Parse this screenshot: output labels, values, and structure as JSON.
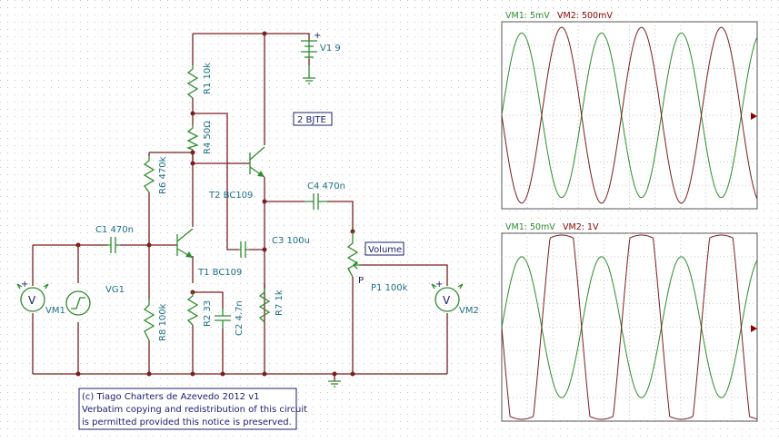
{
  "circuit": {
    "labels": {
      "v1": "V1 9",
      "r1": "R1 10k",
      "r4": "R4 50Ω",
      "r6": "R6 470k",
      "t2": "T2 BC109",
      "c4": "C4 470n",
      "c1": "C1 470n",
      "c3": "C3 100u",
      "vg1": "VG1",
      "vm1": "VM1",
      "t1": "T1 BC109",
      "r8": "R8 100k",
      "r2": "R2 33",
      "c2": "C2 4.7n",
      "r7": "R7 1k",
      "p1": "P1 100k",
      "vm2": "VM2",
      "plus": "+",
      "p_mark": "P",
      "v_sym": "V"
    },
    "boxes": {
      "bjt": "2 BJTE",
      "volume": "Volume"
    },
    "notice": {
      "line1": "(c) Tiago Charters de Azevedo 2012 v1",
      "line2": "Verbatim copying and redistribution of this circuit",
      "line3": "is permitted provided this notice is preserved."
    }
  },
  "scopes": [
    {
      "vm1_label": "VM1: 5mV",
      "vm2_label": "VM2: 500mV",
      "traces": {
        "vm1": {
          "color": "#2e8b2e",
          "amplitude": 0.88,
          "cycles": 3.2,
          "phase": 0
        },
        "vm2": {
          "color": "#7a1f1f",
          "amplitude": 0.94,
          "cycles": 3.2,
          "phase": 180,
          "clipped": false
        }
      }
    },
    {
      "vm1_label": "VM1: 50mV",
      "vm2_label": "VM2: 1V",
      "traces": {
        "vm1": {
          "color": "#2e8b2e",
          "amplitude": 0.75,
          "cycles": 3.2,
          "phase": 0
        },
        "vm2": {
          "color": "#7a1f1f",
          "amplitude": 0.95,
          "cycles": 3.2,
          "phase": 180,
          "clipped": true,
          "clip_level": 0.82
        }
      }
    }
  ],
  "colors": {
    "wire": "#7a1f1f",
    "component": "#2e8b2e",
    "label": "#1a6f86",
    "scope_vm1": "#2e8b2e",
    "scope_vm2": "#8b0000"
  }
}
